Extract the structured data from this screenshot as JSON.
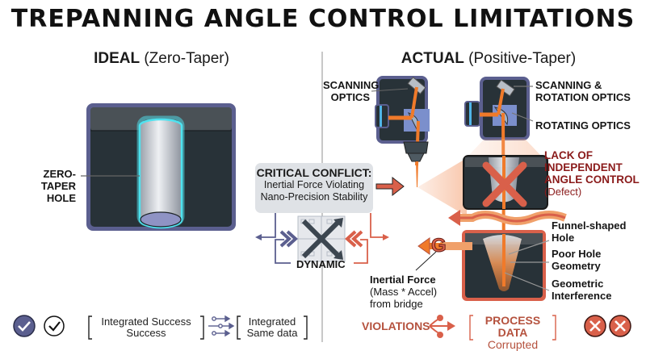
{
  "title": "TREPANNING ANGLE CONTROL LIMITATIONS",
  "left_panel": {
    "heading_bold": "IDEAL",
    "heading_rest": " (Zero-Taper)",
    "hole_label_line1": "ZERO-TAPER",
    "hole_label_line2": "HOLE"
  },
  "right_panel": {
    "heading_bold": "ACTUAL",
    "heading_rest": " (Positive-Taper)",
    "scanning_optics_line1": "SCANNING",
    "scanning_optics_line2": "OPTICS",
    "scan_rot_line1": "SCANNING &",
    "scan_rot_line2": "ROTATION OPTICS",
    "rotating_optics": "ROTATING OPTICS",
    "defect_line1": "LACK OF",
    "defect_line2": "INDEPENDENT",
    "defect_line3": "ANGLE CONTROL",
    "defect_line4": "(Defect)",
    "funnel_line1": "Funnel-shaped",
    "funnel_line2": "Hole",
    "poor_line1": "Poor Hole",
    "poor_line2": "Geometry",
    "interf_line1": "Geometric",
    "interf_line2": "Interference",
    "inertial_title": "Inertial Force",
    "inertial_line2": "(Mass * Accel)",
    "inertial_line3": "from bridge",
    "g_letter": "G"
  },
  "conflict": {
    "heading": "CRITICAL CONFLICT:",
    "line1": "Inertial Force Violating",
    "line2": "Nano-Precision Stability",
    "dynamic_label": "DYNAMIC"
  },
  "footer_left": {
    "box1_line1": "Integrated Success",
    "box1_line2": "Success",
    "box2_line1": "Integrated",
    "box2_line2": "Same data"
  },
  "footer_right": {
    "violations": "VIOLATIONS",
    "process_line1": "PROCESS DATA",
    "process_line2": "Corrupted"
  },
  "colors": {
    "accent_orange": "#f07a2a",
    "accent_red": "#d9604a",
    "cyan_glow": "#4fe3f0",
    "dark_block": "#283238",
    "frame_blue": "#5b5f8f",
    "defect_red": "#8a1a1a"
  }
}
